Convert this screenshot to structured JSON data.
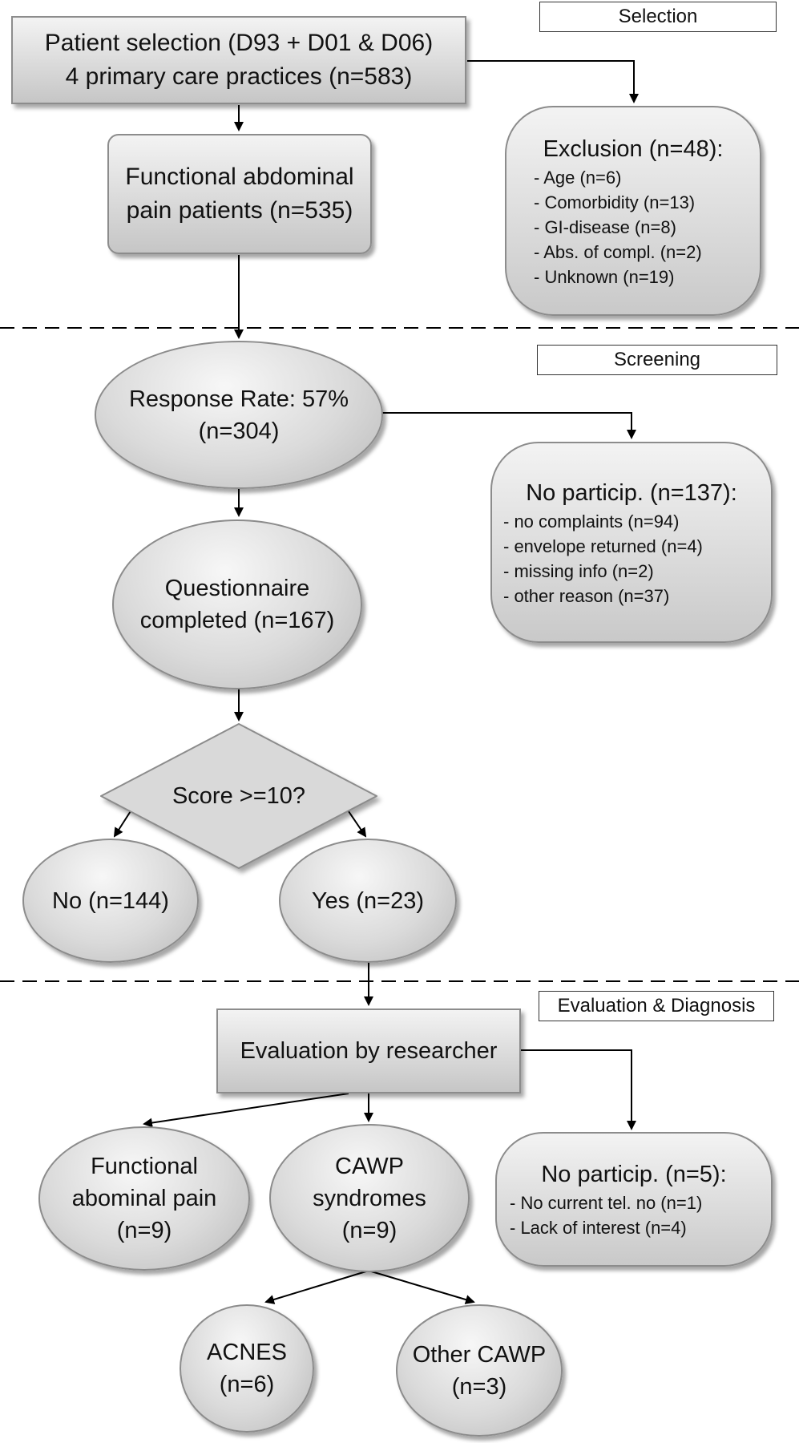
{
  "sections": {
    "selection": "Selection",
    "screening": "Screening",
    "evaluation": "Evaluation & Diagnosis"
  },
  "nodes": {
    "patient_selection": [
      "Patient selection (D93 + D01 & D06)",
      "4 primary care practices (n=583)"
    ],
    "functional_abdominal": [
      "Functional abdominal",
      "pain patients (n=535)"
    ],
    "exclusion": {
      "title": "Exclusion (n=48):",
      "items": [
        "- Age (n=6)",
        "- Comorbidity (n=13)",
        "- GI-disease (n=8)",
        "- Abs. of compl. (n=2)",
        "- Unknown (n=19)"
      ]
    },
    "response_rate": [
      "Response Rate: 57%",
      "(n=304)"
    ],
    "no_particip_137": {
      "title": "No particip. (n=137):",
      "items": [
        "- no complaints (n=94)",
        "- envelope returned (n=4)",
        "- missing info (n=2)",
        "- other reason (n=37)"
      ]
    },
    "questionnaire": [
      "Questionnaire",
      "completed (n=167)"
    ],
    "score": "Score >=10?",
    "no": "No (n=144)",
    "yes": "Yes (n=23)",
    "evaluation": "Evaluation by researcher",
    "functional_pain": [
      "Functional",
      "abominal pain",
      "(n=9)"
    ],
    "cawp": [
      "CAWP",
      "syndromes",
      "(n=9)"
    ],
    "no_particip_5": {
      "title": "No particip. (n=5):",
      "items": [
        "- No current tel. no (n=1)",
        "- Lack of interest (n=4)"
      ]
    },
    "acnes": [
      "ACNES",
      "(n=6)"
    ],
    "other_cawp": [
      "Other CAWP",
      "(n=3)"
    ]
  }
}
